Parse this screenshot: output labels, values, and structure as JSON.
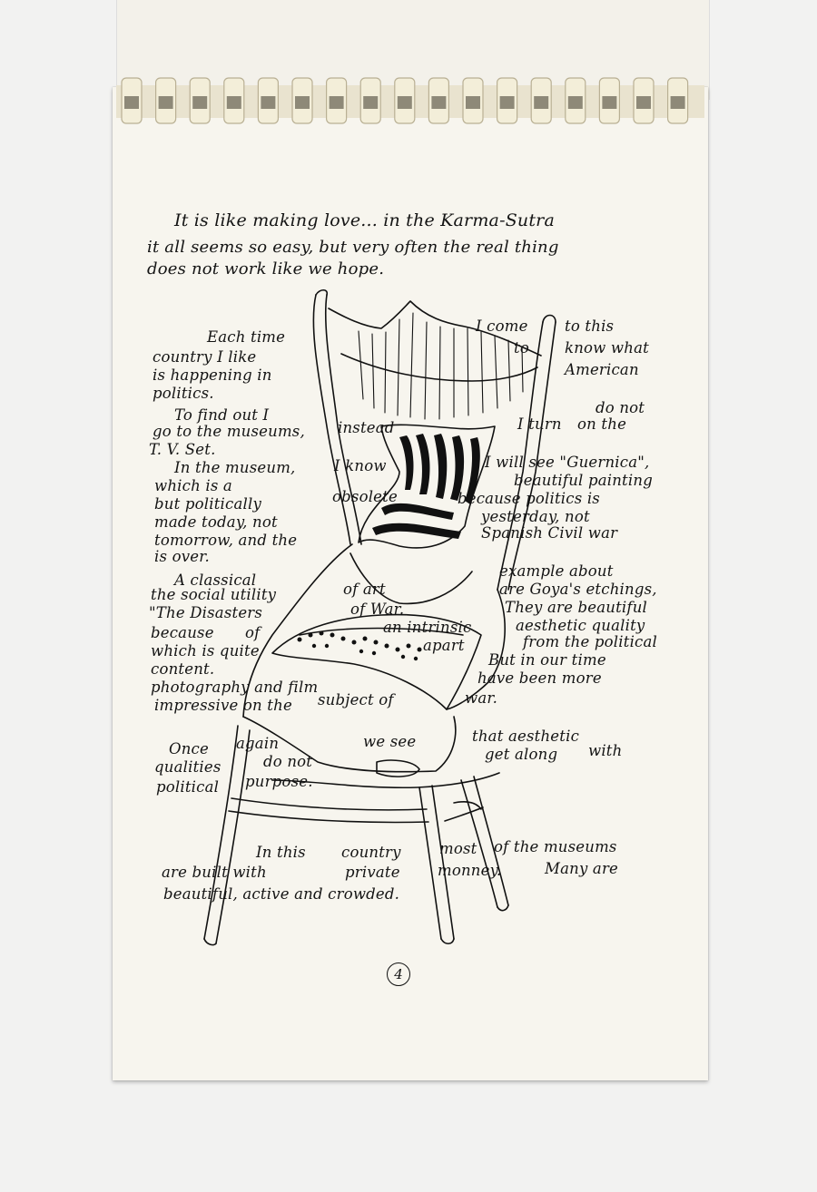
{
  "lines": [
    "It is like making love... in the Karma-Sutra",
    "it all seems so easy, but very often the real thing",
    "does not work like we hope.",
    "Each time",
    "I come",
    "to this",
    "country I like",
    "to",
    "know what",
    "is happening in",
    "American",
    "politics.",
    "To find out I",
    "do not",
    "go to the museums,",
    "instead",
    "I turn",
    "on the",
    "T. V. Set.",
    "In the museum,",
    "I know",
    "I will see \"Guernica\",",
    "which is a",
    "beautiful painting",
    "but politically",
    "obsolete",
    "because politics is",
    "made today, not",
    "yesterday, not",
    "tomorrow, and the",
    "Spanish Civil war",
    "is over.",
    "A classical",
    "example about",
    "the social utility",
    "of art",
    "are Goya's etchings,",
    "\"The Disasters",
    "of War.",
    "They are beautiful",
    "because",
    "of",
    "an intrinsic",
    "aesthetic quality",
    "which is quite",
    "apart",
    "from the political",
    "content.",
    "But in our time",
    "photography and film",
    "have been more",
    "impressive on the",
    "subject of",
    "war.",
    "Once",
    "again",
    "we see",
    "that aesthetic",
    "qualities",
    "do not",
    "get along",
    "with",
    "political",
    "purpose.",
    "In this",
    "country",
    "most",
    "of the museums",
    "are built with",
    "private",
    "monney.",
    "Many are",
    "beautiful, active and crowded."
  ],
  "page_number": "4"
}
